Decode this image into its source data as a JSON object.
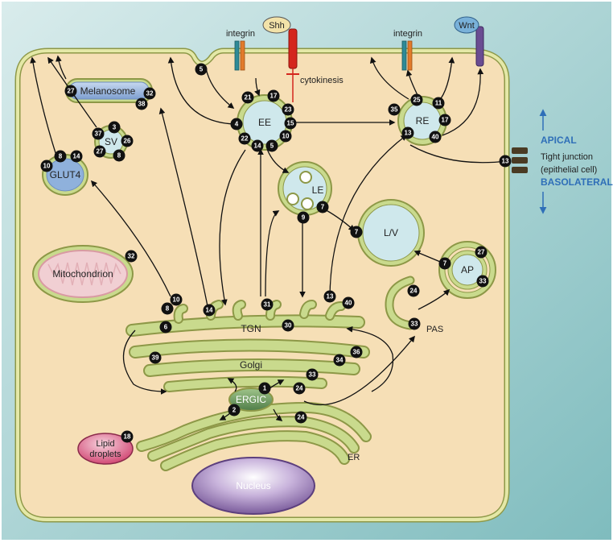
{
  "labels": {
    "shh": "Shh",
    "wnt": "Wnt",
    "integrin_left": "integrin",
    "integrin_right": "integrin",
    "cytokinesis": "cytokinesis",
    "apical": "APICAL",
    "basolateral": "BASOLATERAL",
    "tight_junction": "Tight junction",
    "epithelial_cell": "(epithelial cell)",
    "melanosome": "Melanosome",
    "sv": "SV",
    "glut4": "GLUT4",
    "ee": "EE",
    "re": "RE",
    "le": "LE",
    "lv": "L/V",
    "ap": "AP",
    "pas": "PAS",
    "mitochondrion": "Mitochondrion",
    "tgn": "TGN",
    "golgi": "Golgi",
    "ergic": "ERGIC",
    "er": "ER",
    "nucleus": "Nucleus",
    "lipid_line1": "Lipid",
    "lipid_line2": "droplets"
  },
  "badges": {
    "melanosome": [
      "27",
      "32",
      "38"
    ],
    "sv": [
      "3",
      "37",
      "26",
      "27",
      "8"
    ],
    "glut4": [
      "8",
      "14",
      "10"
    ],
    "ee": [
      "21",
      "17",
      "23",
      "4",
      "15",
      "10",
      "22",
      "14",
      "5"
    ],
    "pm_left": [
      "5"
    ],
    "re": [
      "25",
      "11",
      "35",
      "17",
      "13",
      "40"
    ],
    "tight_junction": [
      "13"
    ],
    "le": [
      "9",
      "7"
    ],
    "lv": [
      "7"
    ],
    "ap": [
      "27",
      "7",
      "33"
    ],
    "pas": [
      "24",
      "33"
    ],
    "mitochondrion": [
      "32"
    ],
    "tgn": [
      "10",
      "8",
      "14",
      "31",
      "13",
      "40",
      "6",
      "30"
    ],
    "golgi": [
      "36",
      "34",
      "39",
      "33",
      "24"
    ],
    "ergic": [
      "1",
      "2",
      "24"
    ],
    "lipid": [
      "18"
    ]
  },
  "colors": {
    "background": "#a9d2d4",
    "cytoplasm": "#f6dfb6",
    "membrane": "#e4e8a7",
    "membrane_edge": "#8d9847",
    "organelle_fill": "#cfe8ec",
    "golgi_green": "#c9da8d",
    "ergic_green": "#6f9a62",
    "glut4_blue": "#8fb1dc",
    "melanosome_blue": "#9fb9dd",
    "mito_pink": "#f1cfd3",
    "lipid_pink": "#d9587e",
    "nucleus_purple": "#9a79b3",
    "shh_fill": "#f2e2a9",
    "wnt_fill": "#79b1d9",
    "receptor_red": "#d4261d",
    "receptor_purple": "#6a4c92",
    "integrin_teal": "#2e8a97",
    "integrin_orange": "#e27b2b",
    "polarity_blue": "#2f6fb8",
    "junction_dark": "#4a3b24"
  }
}
